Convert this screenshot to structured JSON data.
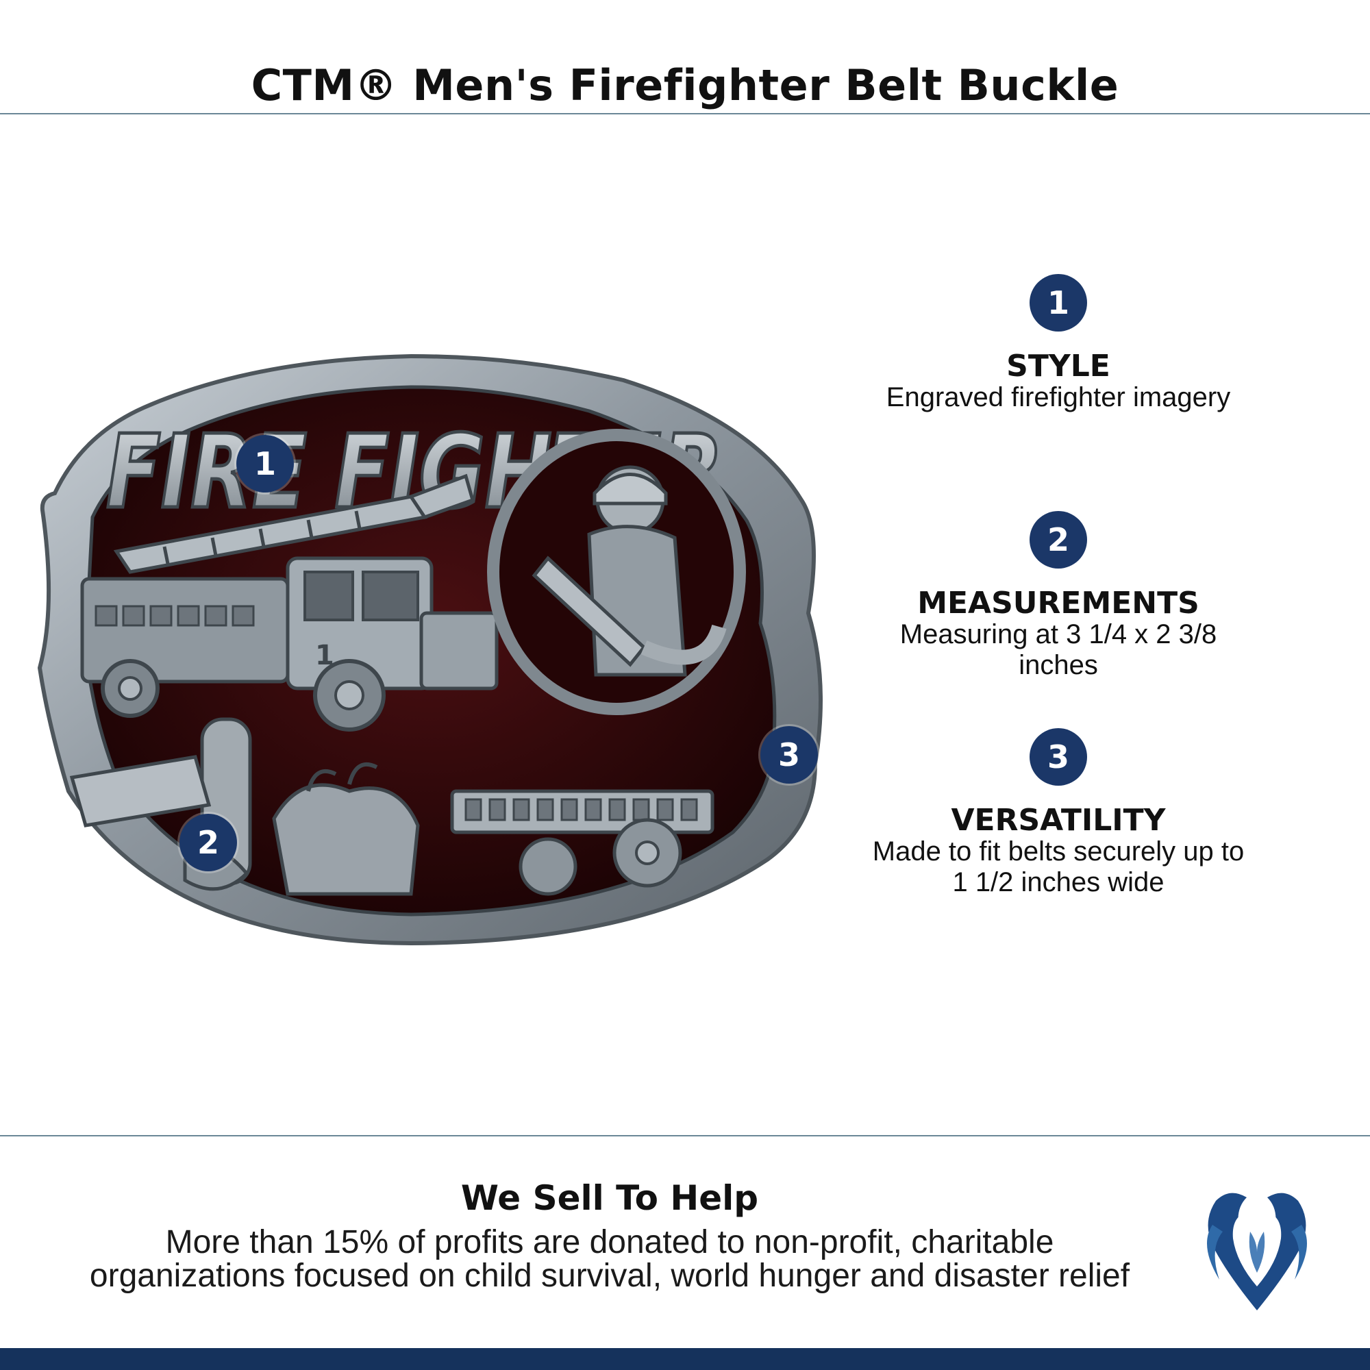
{
  "header": {
    "title": "CTM® Men's Firefighter Belt Buckle"
  },
  "product_image": {
    "engraving_text": "FIRE FIGHTER",
    "truck_number": "1",
    "callouts": [
      "1",
      "2",
      "3"
    ]
  },
  "features": [
    {
      "number": "1",
      "title": "STYLE",
      "description": "Engraved firefighter imagery"
    },
    {
      "number": "2",
      "title": "MEASUREMENTS",
      "description": "Measuring at 3 1/4 x 2 3/8 inches"
    },
    {
      "number": "3",
      "title": "VERSATILITY",
      "description": "Made to fit belts securely up to 1 1/2 inches wide"
    }
  ],
  "footer": {
    "heading": "We Sell To Help",
    "line1": "More than 15% of profits are donated to non-profit, charitable",
    "line2": "organizations focused on child survival, world hunger and disaster relief"
  },
  "colors": {
    "accent": "#1b3768",
    "rule": "#6b8797",
    "bar": "#15325c",
    "metal": "#9aa3aa",
    "enamel": "#2a0708"
  },
  "icons": {
    "logo": "heart-wings-logo-icon"
  }
}
